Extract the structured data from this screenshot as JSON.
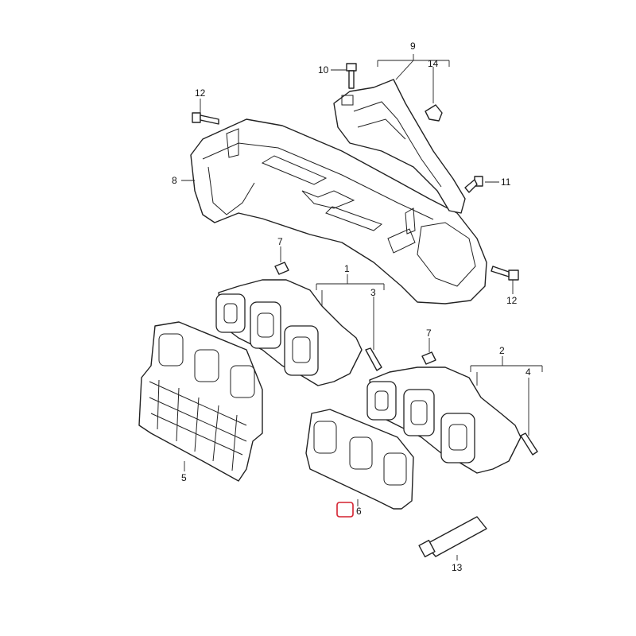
{
  "labels": {
    "p1": "1",
    "p2": "2",
    "p3": "3",
    "p4": "4",
    "p5": "5",
    "p6": "6",
    "p7a": "7",
    "p7b": "7",
    "p8": "8",
    "p9": "9",
    "p10": "10",
    "p11": "11",
    "p12a": "12",
    "p12b": "12",
    "p13": "13",
    "p14": "14"
  },
  "highlight": {
    "color": "#d4202f",
    "part": "6"
  }
}
